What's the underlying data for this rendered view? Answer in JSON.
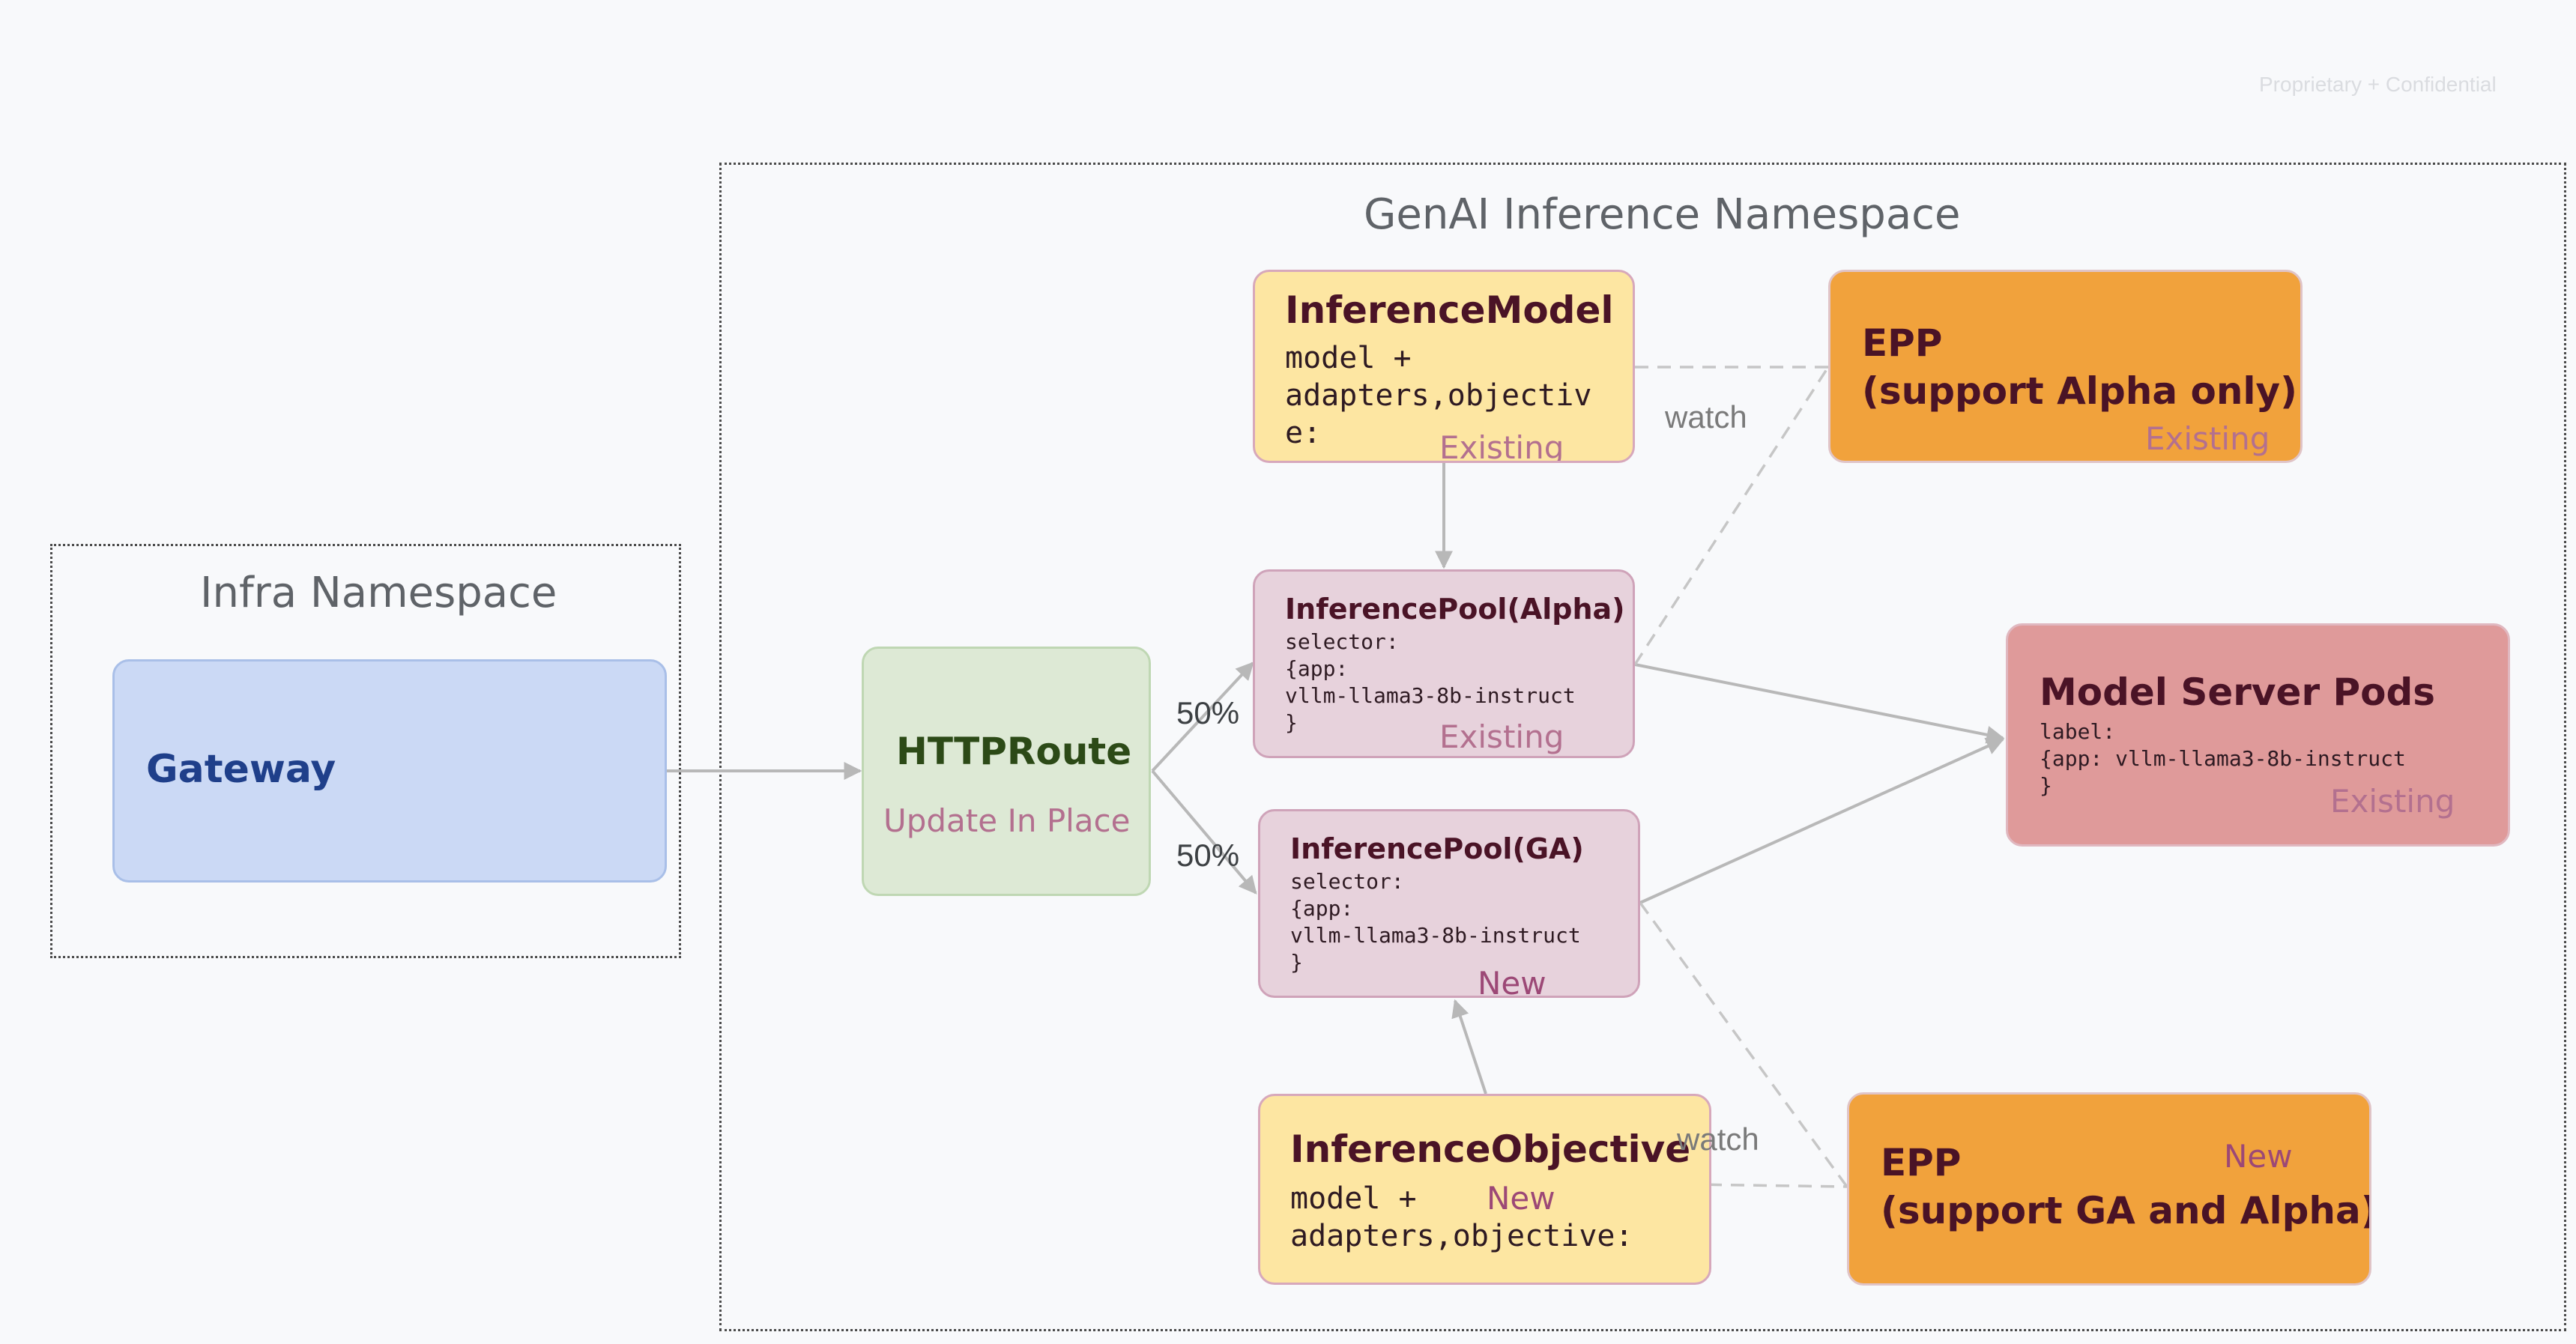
{
  "confidential_note": "Proprietary + Confidential",
  "namespaces": {
    "infra": {
      "title": "Infra Namespace"
    },
    "genai": {
      "title": "GenAI Inference Namespace"
    }
  },
  "nodes": {
    "gateway": {
      "title": "Gateway"
    },
    "httproute": {
      "title": "HTTPRoute",
      "status": "Update In Place"
    },
    "inference_model": {
      "title": "InferenceModel",
      "body": "model +\nadapters,objectiv\ne:",
      "status": "Existing"
    },
    "inference_pool_alpha": {
      "title": "InferencePool(Alpha)",
      "body": "selector:\n{app:\nvllm-llama3-8b-instruct\n}",
      "status": "Existing"
    },
    "inference_pool_ga": {
      "title": "InferencePool(GA)",
      "body": "selector:\n{app:\nvllm-llama3-8b-instruct\n}",
      "status": "New"
    },
    "inference_objective": {
      "title": "InferenceObjective",
      "body": "model +\nadapters,objective:",
      "status": "New"
    },
    "epp_alpha": {
      "title_line1": "EPP",
      "title_line2": "(support Alpha only)",
      "status": "Existing"
    },
    "epp_ga": {
      "title_line1": "EPP",
      "title_line2": "(support GA and Alpha)",
      "status": "New"
    },
    "model_server_pods": {
      "title": "Model Server Pods",
      "body": "label:\n{app: vllm-llama3-8b-instruct\n}",
      "status": "Existing"
    }
  },
  "edge_labels": {
    "split_alpha": "50%",
    "split_ga": "50%",
    "watch_alpha": "watch",
    "watch_ga": "watch"
  },
  "colors": {
    "background": "#f8f9fb",
    "gateway_fill": "#cbd9f5",
    "gateway_text": "#1f3f8a",
    "httproute_fill": "#dde9d5",
    "httproute_text": "#2c4a17",
    "model_fill": "#fde6a2",
    "pool_fill": "#e7d2dc",
    "epp_fill": "#f1a23c",
    "pods_fill": "#df9a9a",
    "status_text": "#b3708f",
    "connector": "#b8b8b8"
  }
}
